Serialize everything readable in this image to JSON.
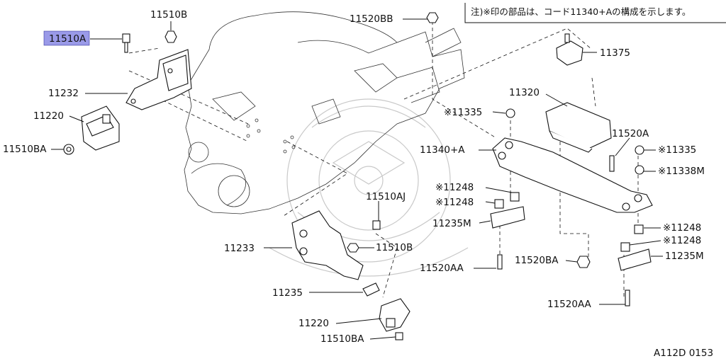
{
  "note": "注)※印の部品は、コード11340+Aの構成を示します。",
  "diagram_code": "A112D 0153",
  "highlight_color": "#9a9ae8",
  "labels": {
    "p11510B_top": "11510B",
    "p11510A": "11510A",
    "p11232": "11232",
    "p11220_top": "11220",
    "p11510BA_top": "11510BA",
    "p11520BB": "11520BB",
    "p11375": "11375",
    "p11320": "11320",
    "p11335_left": "※11335",
    "p11340A": "11340+A",
    "p11520A": "11520A",
    "p11335_right": "※11335",
    "p11338M": "※11338M",
    "p11248_l1": "※11248",
    "p11248_l2": "※11248",
    "p11235M_left": "11235M",
    "p11248_r1": "※11248",
    "p11248_r2": "※11248",
    "p11235M_right": "11235M",
    "p11520BA_mid": "11520BA",
    "p11520AA_left": "11520AA",
    "p11520AA_right": "11520AA",
    "p11510AJ": "11510AJ",
    "p11510B_mid": "11510B",
    "p11233": "11233",
    "p11235": "11235",
    "p11220_bottom": "11220",
    "p11510BA_bottom": "11510BA"
  }
}
